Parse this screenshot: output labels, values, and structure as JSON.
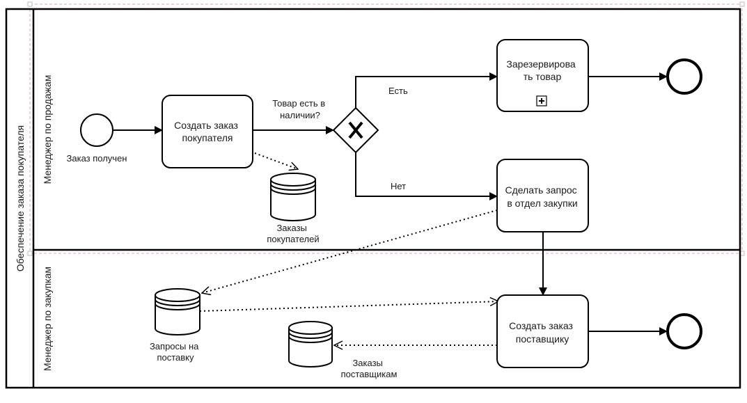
{
  "diagram": {
    "type": "BPMN collaboration",
    "pool": {
      "label": "Обеспечение заказа покупателя"
    },
    "lanes": [
      {
        "id": "sales",
        "label": "Менеджер по продажам"
      },
      {
        "id": "purchasing",
        "label": "Менеджер по закупкам"
      }
    ],
    "events": [
      {
        "id": "start",
        "kind": "start",
        "label": "Заказ получен"
      },
      {
        "id": "end1",
        "kind": "end",
        "label": ""
      },
      {
        "id": "end2",
        "kind": "end",
        "label": ""
      }
    ],
    "tasks": [
      {
        "id": "t1",
        "lines": [
          "Создать заказ",
          "покупателя"
        ]
      },
      {
        "id": "t2",
        "lines": [
          "Зарезервирова",
          "ть товар"
        ],
        "subprocess_marker": "plus-icon"
      },
      {
        "id": "t3",
        "lines": [
          "Сделать запрос",
          "в отдел закупки"
        ]
      },
      {
        "id": "t4",
        "lines": [
          "Создать заказ",
          "поставщику"
        ]
      }
    ],
    "gateway": {
      "id": "gw",
      "kind": "exclusive",
      "marker": "X",
      "lines": [
        "Товар есть в",
        "наличии?"
      ]
    },
    "flow_labels": {
      "yes": "Есть",
      "no": "Нет"
    },
    "data_stores": [
      {
        "id": "ds1",
        "lines": [
          "Заказы",
          "покупателей"
        ]
      },
      {
        "id": "ds2",
        "lines": [
          "Запросы на",
          "поставку"
        ]
      },
      {
        "id": "ds3",
        "lines": [
          "Заказы",
          "поставщикам"
        ]
      }
    ],
    "sequence_flows": [
      {
        "from": "start",
        "to": "t1"
      },
      {
        "from": "t1",
        "to": "gw"
      },
      {
        "from": "gw",
        "to": "t2",
        "label": "Есть"
      },
      {
        "from": "gw",
        "to": "t3",
        "label": "Нет"
      },
      {
        "from": "t2",
        "to": "end1"
      },
      {
        "from": "t3",
        "to": "t4"
      },
      {
        "from": "t4",
        "to": "end2"
      }
    ],
    "data_associations": [
      {
        "from": "t1",
        "to": "ds1"
      },
      {
        "from": "t3",
        "to": "ds2"
      },
      {
        "from": "ds2",
        "to": "t4"
      },
      {
        "from": "t4",
        "to": "ds3"
      }
    ],
    "colors": {
      "stroke": "#000000",
      "text": "#1a1a1a",
      "selection": "#e8a0b4",
      "background": "#ffffff"
    }
  }
}
